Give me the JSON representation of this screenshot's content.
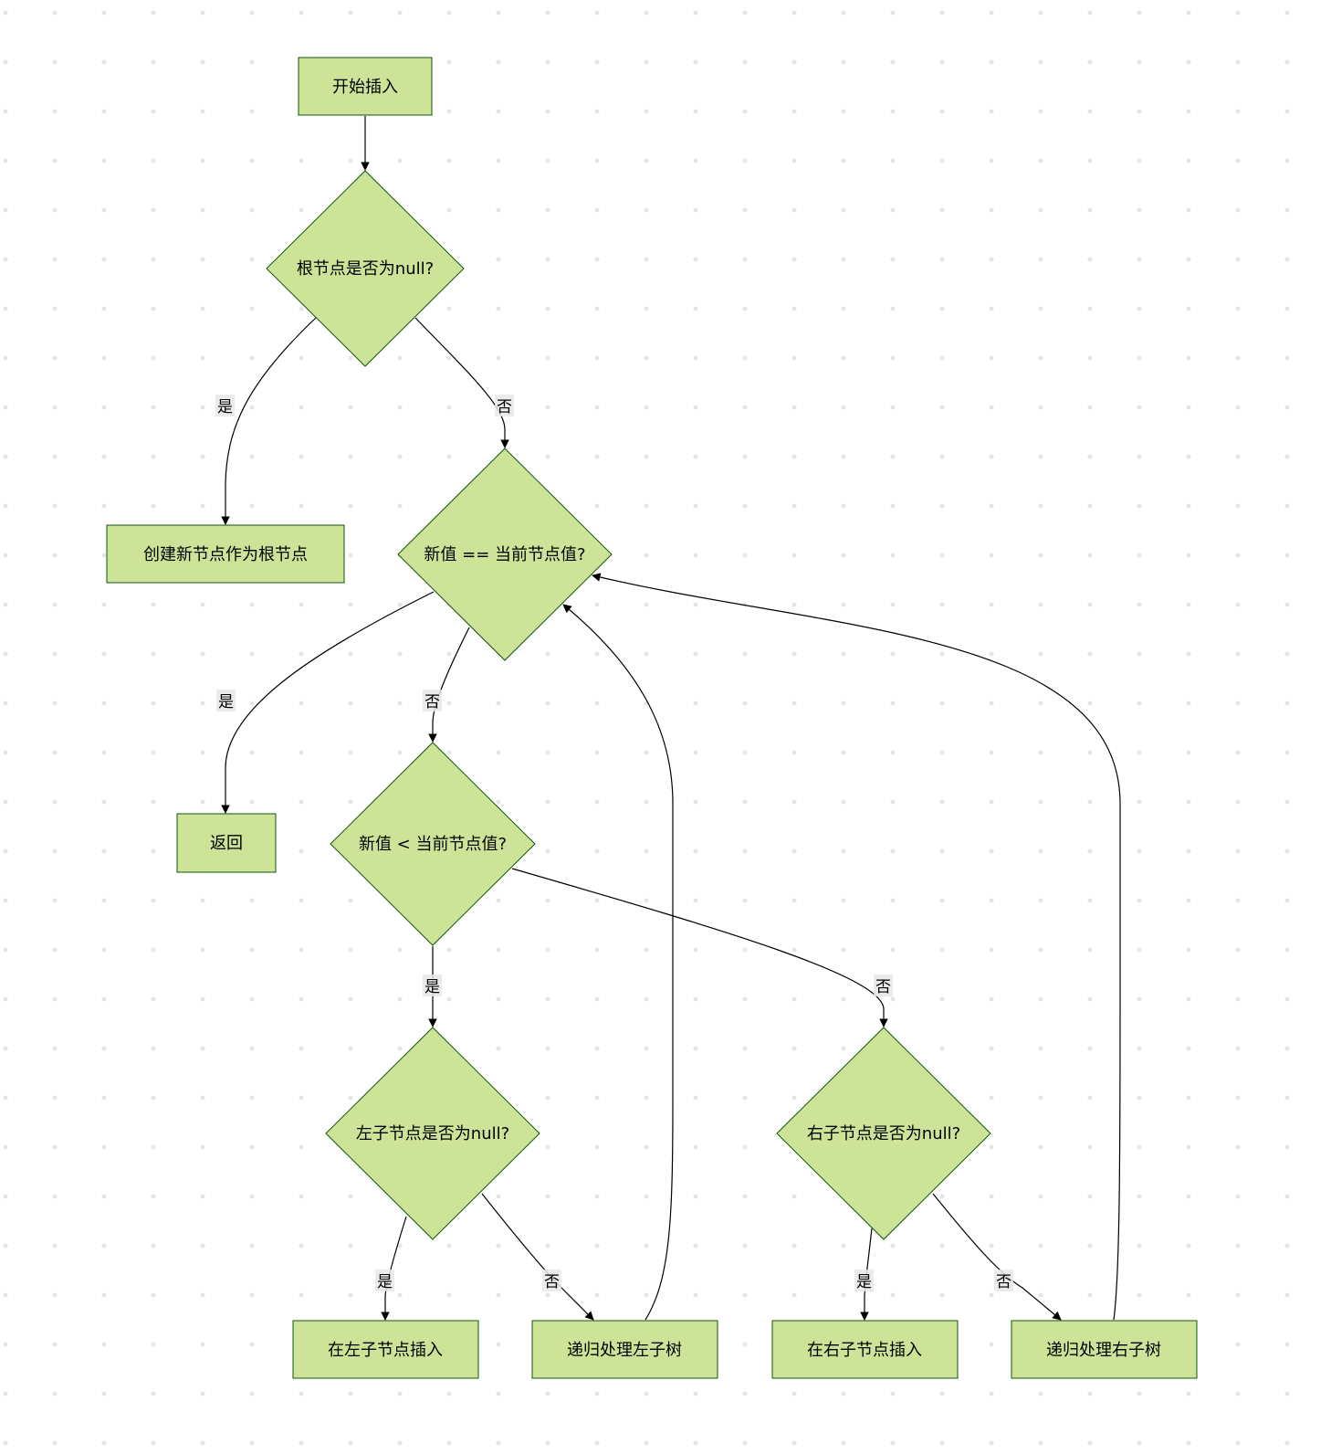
{
  "nodes": {
    "start": "开始插入",
    "root_null": "根节点是否为null?",
    "create_root": "创建新节点作为根节点",
    "equal_check": "新值 == 当前节点值?",
    "return": "返回",
    "less_check": "新值 < 当前节点值?",
    "left_null": "左子节点是否为null?",
    "right_null": "右子节点是否为null?",
    "insert_left": "在左子节点插入",
    "recurse_left": "递归处理左子树",
    "insert_right": "在右子节点插入",
    "recurse_right": "递归处理右子树"
  },
  "edge_labels": {
    "root_yes": "是",
    "root_no": "否",
    "equal_yes": "是",
    "equal_no": "否",
    "less_yes": "是",
    "less_no": "否",
    "left_yes": "是",
    "left_no": "否",
    "right_yes": "是",
    "right_no": "否"
  },
  "colors": {
    "node_fill": "#cde498",
    "node_stroke": "#13540c",
    "edge": "#000000",
    "label_background": "#e8e8e8"
  }
}
